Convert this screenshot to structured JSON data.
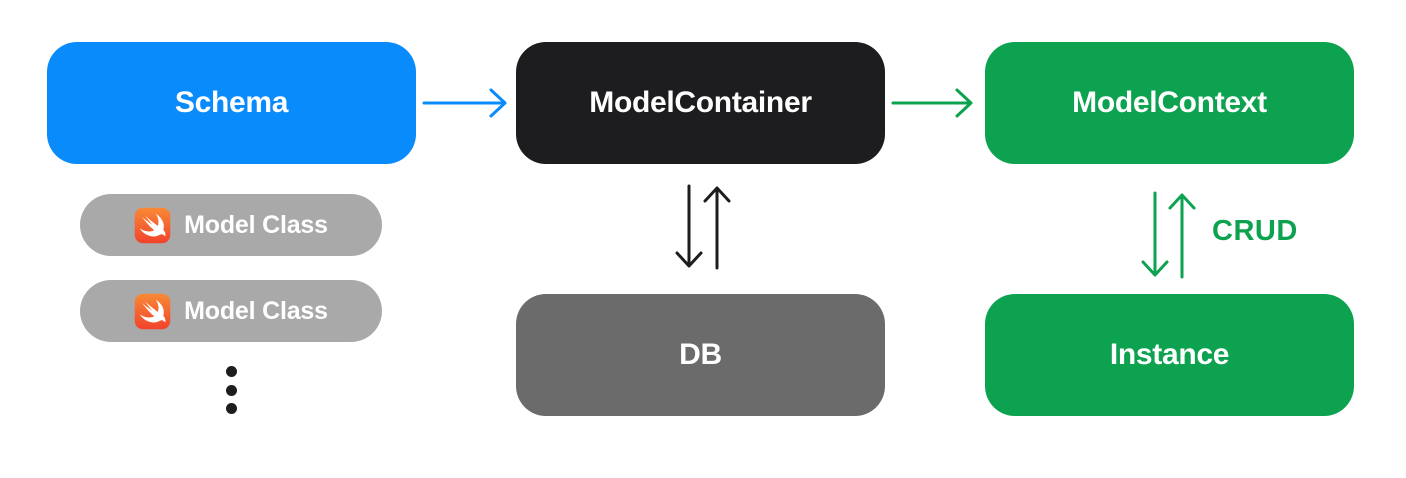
{
  "colors": {
    "blue": "#0A8BFC",
    "green": "#0CA24F",
    "black": "#1D1D1F",
    "pill_gray": "#A9A9A9",
    "db_gray": "#6B6B6B"
  },
  "boxes": {
    "schema": {
      "label": "Schema"
    },
    "model_container": {
      "label": "ModelContainer"
    },
    "model_context": {
      "label": "ModelContext"
    },
    "db": {
      "label": "DB"
    },
    "instance": {
      "label": "Instance"
    }
  },
  "model_classes": [
    {
      "label": "Model Class",
      "icon": "swift-icon"
    },
    {
      "label": "Model Class",
      "icon": "swift-icon"
    }
  ],
  "annotations": {
    "crud": "CRUD"
  }
}
